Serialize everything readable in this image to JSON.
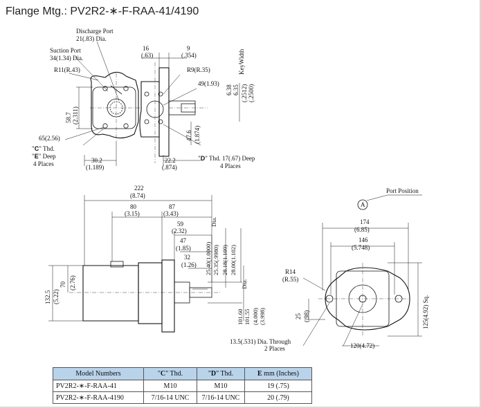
{
  "title": "Flange Mtg.: PV2R2-∗-F-RAA-41/4190",
  "top_view": {
    "discharge_port_label": "Discharge Port",
    "discharge_port_dia": "21(.83) Dia.",
    "suction_port_label": "Suction Port",
    "suction_port_dia": "34(1.34) Dia.",
    "r11": "R11(R.43)",
    "dim_16": "16",
    "dim_16_in": "(.63)",
    "dim_9": "9",
    "dim_9_in": "(.354)",
    "r9": "R9(R.35)",
    "dim_49": "49(1.93)",
    "dim_587": "58.7",
    "dim_587_in": "(2.311)",
    "keywidth_label": "KeyWidth",
    "key_638": "6.38",
    "key_635": "6.35",
    "key_2512": "(.2512)",
    "key_2500": "(.2500)",
    "dim_476": "47.6",
    "dim_476_in": "(1.874)",
    "dim_65": "65(2.56)",
    "c_thd_prefix": "\"",
    "c_letter": "C",
    "c_thd_suffix": "\" Thd.",
    "e_prefix": "\"",
    "e_letter": "E",
    "e_suffix": "\" Deep",
    "four_places": "4 Places",
    "dim_302": "30.2",
    "dim_302_in": "(1.189)",
    "dim_222": "22.2",
    "dim_222_in": "(.874)",
    "d_thd_prefix": "\"",
    "d_letter": "D",
    "d_thd_suffix": "\" Thd. 17(.67) Deep",
    "d_four_places": "4 Places"
  },
  "side_view": {
    "dim_222mm": "222",
    "dim_222mm_in": "(8.74)",
    "dim_80": "80",
    "dim_80_in": "(3.15)",
    "dim_87": "87",
    "dim_87_in": "(3.43)",
    "dim_59": "59",
    "dim_59_in": "(2.32)",
    "dim_47": "47",
    "dim_47_in": "(1.85)",
    "dim_32": "32",
    "dim_32_in": "(1.26)",
    "shaft_2540": "25.40(1.0000)",
    "shaft_2535": "25.35(.9980)",
    "shaft_2818": "28.18(1.109)",
    "shaft_2800": "28.00(1.102)",
    "dia_label": "Dia.",
    "dim_70": "70",
    "dim_70_in": "(2.76)",
    "dim_1325": "132.5",
    "dim_1325_in": "(5.22)",
    "pilot_10160": "101.60",
    "pilot_10155": "101.55",
    "pilot_4000": "(4.000)",
    "pilot_3998": "(3.998)",
    "pilot_dia": "Dia."
  },
  "front_view": {
    "port_position": "Port Position",
    "port_letter": "A",
    "dim_174": "174",
    "dim_174_in": "(6.85)",
    "dim_146": "146",
    "dim_146_in": "(5.748)",
    "r14": "R14",
    "r14_in": "(R.55)",
    "dim_25": "25",
    "dim_25_in": "(.98)",
    "dim_125": "125(4.92) Sq.",
    "through_hole": "13.5(.531) Dia. Through",
    "two_places": "2 Places",
    "dim_120": "120(4.72)"
  },
  "table": {
    "headers": {
      "model": "Model Numbers",
      "c_prefix": "\"",
      "c_letter": "C",
      "c_suffix": "\" Thd.",
      "d_prefix": "\"",
      "d_letter": "D",
      "d_suffix": "\" Thd.",
      "e_letter": "E",
      "e_suffix": " mm (Inches)"
    },
    "rows": [
      {
        "model": "PV2R2-∗-F-RAA-41",
        "c": "M10",
        "d": "M10",
        "e": "19 (.75)"
      },
      {
        "model": "PV2R2-∗-F-RAA-4190",
        "c": "7/16-14 UNC",
        "d": "7/16-14 UNC",
        "e": "20 (.79)"
      }
    ]
  }
}
